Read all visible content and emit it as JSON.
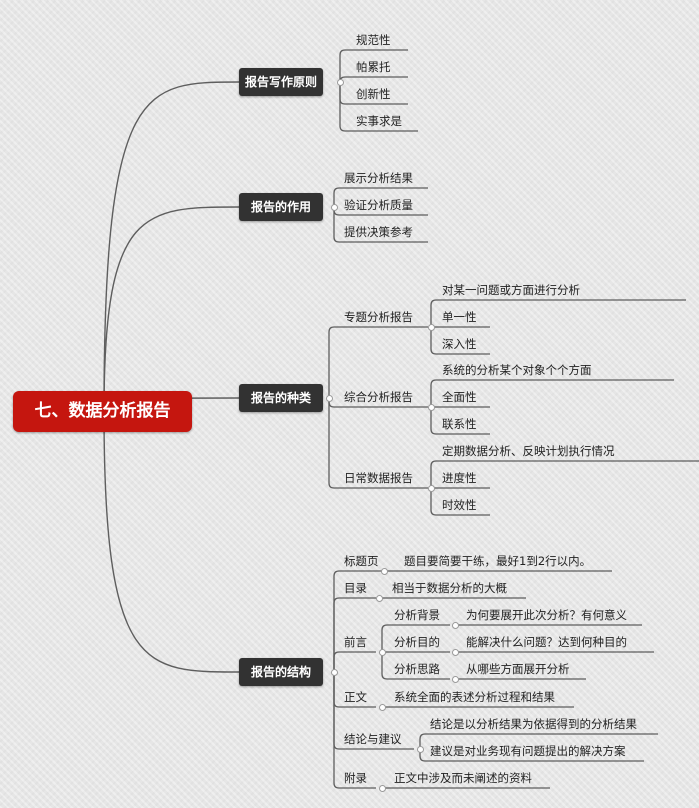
{
  "root": "七、数据分析报告",
  "branches": [
    {
      "label": "报告写作原则",
      "children": [
        {
          "label": "规范性"
        },
        {
          "label": "帕累托"
        },
        {
          "label": "创新性"
        },
        {
          "label": "实事求是"
        }
      ]
    },
    {
      "label": "报告的作用",
      "children": [
        {
          "label": "展示分析结果"
        },
        {
          "label": "验证分析质量"
        },
        {
          "label": "提供决策参考"
        }
      ]
    },
    {
      "label": "报告的种类",
      "children": [
        {
          "label": "专题分析报告",
          "children": [
            {
              "label": "对某一问题或方面进行分析"
            },
            {
              "label": "单一性"
            },
            {
              "label": "深入性"
            }
          ]
        },
        {
          "label": "综合分析报告",
          "children": [
            {
              "label": "系统的分析某个对象个个方面"
            },
            {
              "label": "全面性"
            },
            {
              "label": "联系性"
            }
          ]
        },
        {
          "label": "日常数据报告",
          "children": [
            {
              "label": "定期数据分析、反映计划执行情况"
            },
            {
              "label": "进度性"
            },
            {
              "label": "时效性"
            }
          ]
        }
      ]
    },
    {
      "label": "报告的结构",
      "children": [
        {
          "label": "标题页",
          "children": [
            {
              "label": "题目要简要干练，最好1到2行以内。"
            }
          ]
        },
        {
          "label": "目录",
          "children": [
            {
              "label": "相当于数据分析的大概"
            }
          ]
        },
        {
          "label": "前言",
          "children": [
            {
              "label": "分析背景",
              "children": [
                {
                  "label": "为何要展开此次分析？有何意义"
                }
              ]
            },
            {
              "label": "分析目的",
              "children": [
                {
                  "label": "能解决什么问题？达到何种目的"
                }
              ]
            },
            {
              "label": "分析思路",
              "children": [
                {
                  "label": "从哪些方面展开分析"
                }
              ]
            }
          ]
        },
        {
          "label": "正文",
          "children": [
            {
              "label": "系统全面的表述分析过程和结果"
            }
          ]
        },
        {
          "label": "结论与建议",
          "children": [
            {
              "label": "结论是以分析结果为依据得到的分析结果"
            },
            {
              "label": "建议是对业务现有问题提出的解决方案"
            }
          ]
        },
        {
          "label": "附录",
          "children": [
            {
              "label": "正文中涉及而未阐述的资料"
            }
          ]
        }
      ]
    }
  ]
}
